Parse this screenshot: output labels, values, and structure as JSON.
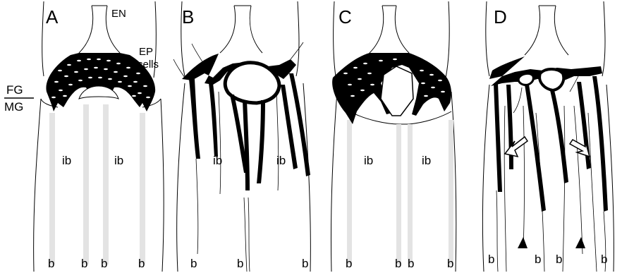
{
  "panels": [
    {
      "letter": "A",
      "labels": {
        "en": "EN",
        "ep_line1": "EP",
        "ep_line2": "cells",
        "ib_left": "ib",
        "ib_right": "ib",
        "b": [
          "b",
          "b",
          "b",
          "b"
        ]
      }
    },
    {
      "letter": "B",
      "labels": {
        "ib_left": "ib",
        "ib_right": "ib",
        "b": [
          "b",
          "b",
          "b"
        ]
      }
    },
    {
      "letter": "C",
      "labels": {
        "ib_left": "ib",
        "ib_right": "ib",
        "b": [
          "b",
          "b",
          "b",
          "b"
        ]
      }
    },
    {
      "letter": "D",
      "labels": {
        "b": [
          "b",
          "b",
          "b",
          "b"
        ]
      }
    }
  ],
  "boundary": {
    "top": "FG",
    "bottom": "MG"
  }
}
